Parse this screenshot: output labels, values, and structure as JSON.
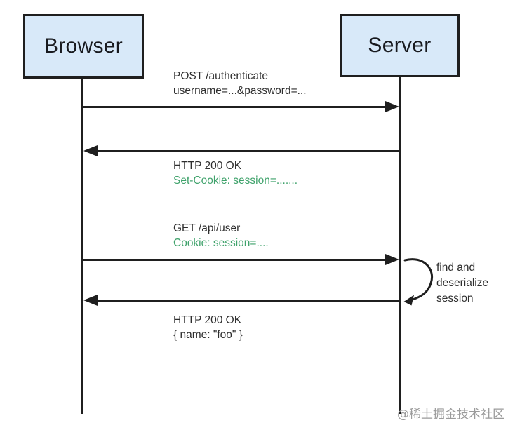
{
  "actors": [
    {
      "label": "Browser"
    },
    {
      "label": "Server"
    }
  ],
  "messages": [
    {
      "line1": "POST /authenticate",
      "line2": "username=...&password=...",
      "direction": "right"
    },
    {
      "line1": "HTTP 200 OK",
      "line2": "Set-Cookie: session=.......",
      "direction": "left"
    },
    {
      "line1": "GET /api/user",
      "line2": "Cookie: session=....",
      "direction": "right"
    },
    {
      "line1": "HTTP 200 OK",
      "line2": "{ name: \"foo\" }",
      "direction": "left"
    }
  ],
  "server_note": {
    "line1": "find and",
    "line2": "deserialize",
    "line3": "session"
  },
  "watermark": "@稀土掘金技术社区",
  "colors": {
    "box_fill": "#d8e9f9",
    "stroke": "#1f1f1f",
    "green": "#3fa26b",
    "text": "#2e2e2e",
    "watermark": "#9b9b9b"
  }
}
